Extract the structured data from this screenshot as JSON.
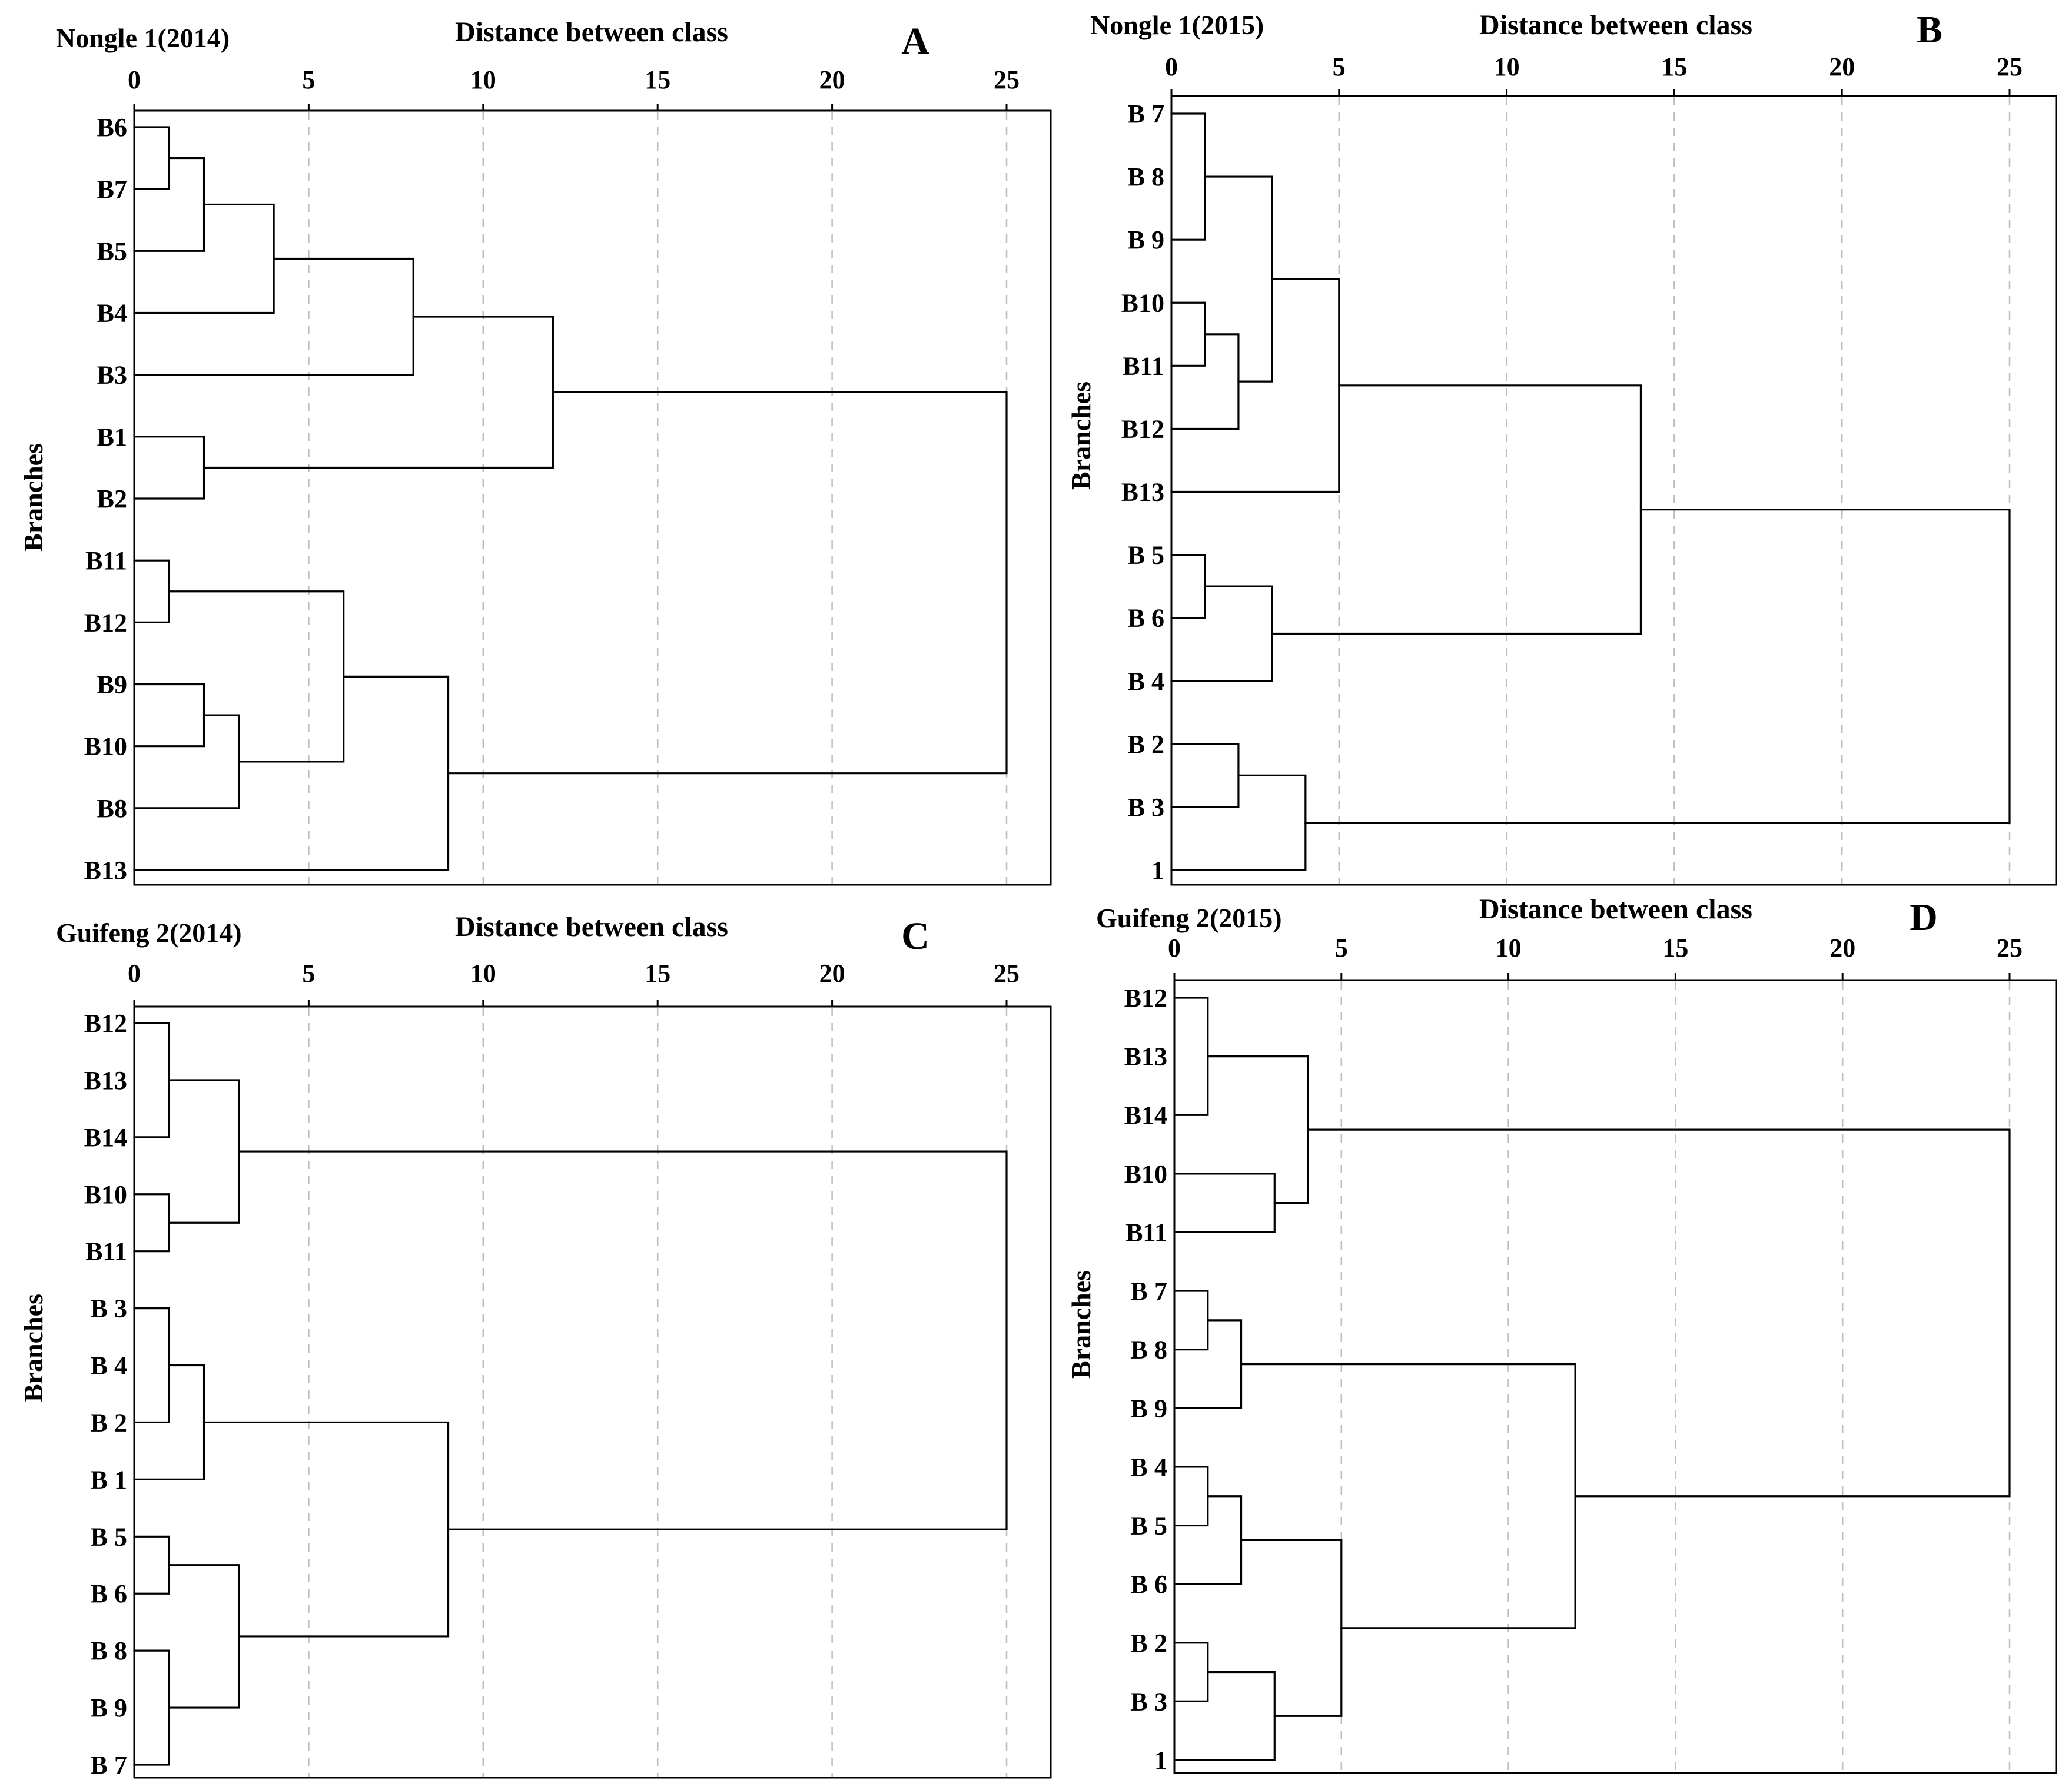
{
  "chart_data": [
    {
      "type": "dendrogram",
      "letter": "A",
      "title": "Nongle 1(2014)",
      "xlabel": "Distance between class",
      "ylabel": "Branches",
      "xlim": [
        0,
        25
      ],
      "xticks": [
        0,
        5,
        10,
        15,
        20,
        25
      ],
      "grid": "vertical-dashed",
      "leaves": [
        "B6",
        "B7",
        "B5",
        "B4",
        "B3",
        "B1",
        "B2",
        "B11",
        "B12",
        "B9",
        "B10",
        "B8",
        "B13"
      ],
      "merges": [
        {
          "a": "B6",
          "b": "B7",
          "height": 1
        },
        {
          "a": "m0",
          "b": "B5",
          "height": 2
        },
        {
          "a": "m1",
          "b": "B4",
          "height": 4
        },
        {
          "a": "m2",
          "b": "B3",
          "height": 8
        },
        {
          "a": "B1",
          "b": "B2",
          "height": 2
        },
        {
          "a": "m3",
          "b": "m4",
          "height": 12
        },
        {
          "a": "B11",
          "b": "B12",
          "height": 1
        },
        {
          "a": "B9",
          "b": "B10",
          "height": 2
        },
        {
          "a": "m7",
          "b": "B8",
          "height": 3
        },
        {
          "a": "m6",
          "b": "m8",
          "height": 6
        },
        {
          "a": "m9",
          "b": "B13",
          "height": 9
        },
        {
          "a": "m5",
          "b": "m10",
          "height": 25
        }
      ]
    },
    {
      "type": "dendrogram",
      "letter": "B",
      "title": "Nongle 1(2015)",
      "xlabel": "Distance between class",
      "ylabel": "Branches",
      "xlim": [
        0,
        25
      ],
      "xticks": [
        0,
        5,
        10,
        15,
        20,
        25
      ],
      "grid": "vertical-dashed",
      "leaves": [
        "B 7",
        "B 8",
        "B 9",
        "B10",
        "B11",
        "B12",
        "B13",
        "B 5",
        "B 6",
        "B 4",
        "B 2",
        "B 3",
        "1"
      ],
      "merges": [
        {
          "a": "B 7",
          "b": "B 9",
          "height": 1
        },
        {
          "a": "B10",
          "b": "B11",
          "height": 1
        },
        {
          "a": "m1",
          "b": "B12",
          "height": 2
        },
        {
          "a": "m0",
          "b": "m2",
          "height": 3
        },
        {
          "a": "m3",
          "b": "B13",
          "height": 5
        },
        {
          "a": "B 5",
          "b": "B 6",
          "height": 1
        },
        {
          "a": "m5",
          "b": "B 4",
          "height": 3
        },
        {
          "a": "m4",
          "b": "m6",
          "height": 14
        },
        {
          "a": "B 2",
          "b": "B 3",
          "height": 2
        },
        {
          "a": "m8",
          "b": "1",
          "height": 4
        },
        {
          "a": "m7",
          "b": "m9",
          "height": 25
        }
      ]
    },
    {
      "type": "dendrogram",
      "letter": "C",
      "title": "Guifeng 2(2014)",
      "xlabel": "Distance between class",
      "ylabel": "Branches",
      "xlim": [
        0,
        25
      ],
      "xticks": [
        0,
        5,
        10,
        15,
        20,
        25
      ],
      "grid": "vertical-dashed",
      "leaves": [
        "B12",
        "B13",
        "B14",
        "B10",
        "B11",
        "B 3",
        "B 4",
        "B 2",
        "B 1",
        "B 5",
        "B 6",
        "B 8",
        "B 9",
        "B 7"
      ],
      "merges": [
        {
          "a": "B12",
          "b": "B14",
          "height": 1
        },
        {
          "a": "B10",
          "b": "B11",
          "height": 1
        },
        {
          "a": "m0",
          "b": "m1",
          "height": 3
        },
        {
          "a": "B 3",
          "b": "B 2",
          "height": 1
        },
        {
          "a": "m3",
          "b": "B 1",
          "height": 2
        },
        {
          "a": "B 5",
          "b": "B 6",
          "height": 1
        },
        {
          "a": "B 8",
          "b": "B 7",
          "height": 1
        },
        {
          "a": "m5",
          "b": "m6",
          "height": 3
        },
        {
          "a": "m4",
          "b": "m7",
          "height": 9
        },
        {
          "a": "m2",
          "b": "m8",
          "height": 25
        }
      ]
    },
    {
      "type": "dendrogram",
      "letter": "D",
      "title": "Guifeng 2(2015)",
      "xlabel": "Distance between class",
      "ylabel": "Branches",
      "xlim": [
        0,
        25
      ],
      "xticks": [
        0,
        5,
        10,
        15,
        20,
        25
      ],
      "grid": "vertical-dashed",
      "leaves": [
        "B12",
        "B13",
        "B14",
        "B10",
        "B11",
        "B 7",
        "B 8",
        "B 9",
        "B 4",
        "B 5",
        "B 6",
        "B 2",
        "B 3",
        "1"
      ],
      "merges": [
        {
          "a": "B12",
          "b": "B14",
          "height": 1
        },
        {
          "a": "B10",
          "b": "B11",
          "height": 3
        },
        {
          "a": "m0",
          "b": "m1",
          "height": 4
        },
        {
          "a": "B 7",
          "b": "B 8",
          "height": 1
        },
        {
          "a": "m3",
          "b": "B 9",
          "height": 2
        },
        {
          "a": "B 4",
          "b": "B 5",
          "height": 1
        },
        {
          "a": "m5",
          "b": "B 6",
          "height": 2
        },
        {
          "a": "B 2",
          "b": "B 3",
          "height": 1
        },
        {
          "a": "m7",
          "b": "1",
          "height": 3
        },
        {
          "a": "m6",
          "b": "m8",
          "height": 5
        },
        {
          "a": "m4",
          "b": "m9",
          "height": 12
        },
        {
          "a": "m2",
          "b": "m10",
          "height": 25
        }
      ]
    }
  ]
}
